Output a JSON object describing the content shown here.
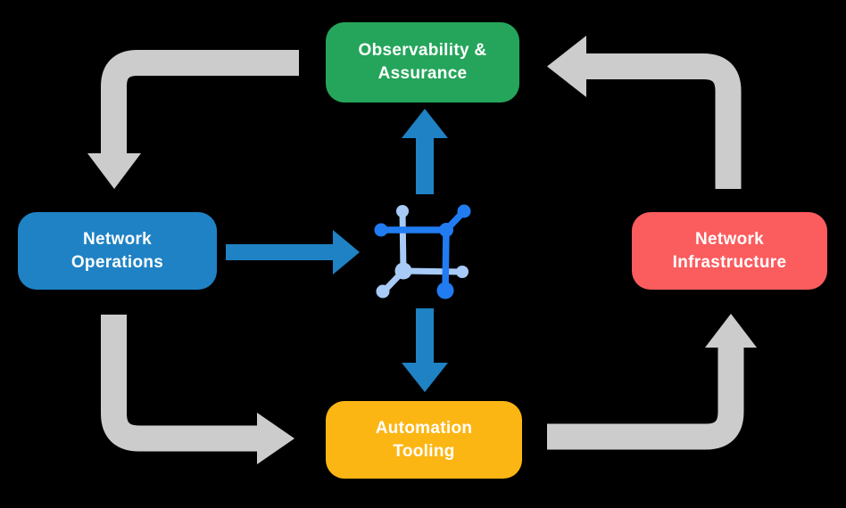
{
  "title": "Network automation cycle diagram",
  "colors": {
    "background": "#000000",
    "arrow_gray": "#CCCCCC",
    "arrow_blue": "#1F82C4",
    "icon_blue_dark": "#217CF2",
    "icon_blue_light": "#A8CAF7",
    "node_text": "#FFFFFF"
  },
  "nodes": {
    "top": {
      "id": "observability-assurance",
      "lines": [
        "Observability &",
        "Assurance"
      ],
      "color": "#25A55B"
    },
    "left": {
      "id": "network-operations",
      "lines": [
        "Network",
        "Operations"
      ],
      "color": "#1F82C4"
    },
    "right": {
      "id": "network-infrastructure",
      "lines": [
        "Network",
        "Infrastructure"
      ],
      "color": "#FB5C5E"
    },
    "bottom": {
      "id": "automation-tooling",
      "lines": [
        "Automation",
        "Tooling"
      ],
      "color": "#FCB614"
    }
  },
  "center_icon": {
    "name": "network-topology-icon"
  }
}
